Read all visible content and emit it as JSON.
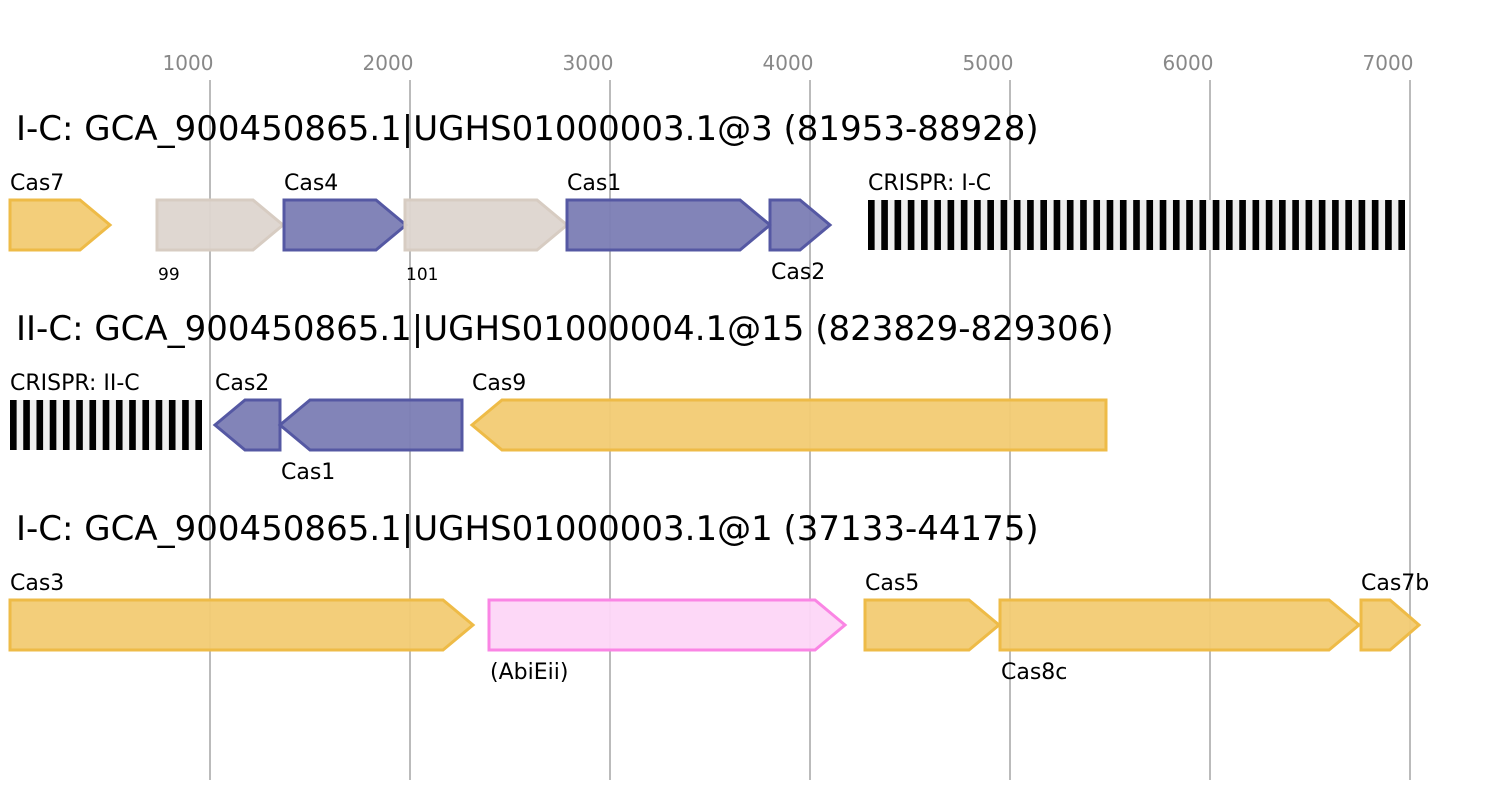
{
  "axis": {
    "ticks": [
      1000,
      2000,
      3000,
      4000,
      5000,
      6000,
      7000
    ],
    "range_bp": [
      0,
      7300
    ]
  },
  "colors": {
    "orange_fill": "#f2cb73",
    "orange_stroke": "#eebb47",
    "blue_fill": "#7b7db4",
    "blue_stroke": "#5558a3",
    "gray_fill": "#ddd5cf",
    "gray_stroke": "#d7ccc2",
    "pink_fill": "#fdd6f7",
    "pink_stroke": "#fa85e4",
    "grid": "#bbbbbb",
    "crispr_bar": "#000000",
    "crispr_bg": "#efefef"
  },
  "loci": [
    {
      "title": "I-C: GCA_900450865.1|UGHS01000003.1@3 (81953-88928)",
      "genes": [
        {
          "label": "Cas7",
          "start": 0,
          "end": 500,
          "strand": "+",
          "color": "orange",
          "label_pos": "top"
        },
        {
          "label": "99",
          "start": 735,
          "end": 1365,
          "strand": "+",
          "color": "gray",
          "label_pos": "bottom-small"
        },
        {
          "label": "Cas4",
          "start": 1370,
          "end": 1980,
          "strand": "+",
          "color": "blue",
          "label_pos": "top"
        },
        {
          "label": "101",
          "start": 1975,
          "end": 2785,
          "strand": "+",
          "color": "gray",
          "label_pos": "bottom-small"
        },
        {
          "label": "Cas1",
          "start": 2785,
          "end": 3800,
          "strand": "+",
          "color": "blue",
          "label_pos": "top"
        },
        {
          "label": "Cas2",
          "start": 3800,
          "end": 4100,
          "strand": "+",
          "color": "blue",
          "label_pos": "bottom"
        }
      ],
      "crispr": {
        "label": "CRISPR: I-C",
        "start": 4290,
        "end": 6975,
        "repeats": 41
      }
    },
    {
      "title": "II-C: GCA_900450865.1|UGHS01000004.1@15 (823829-829306)",
      "genes": [
        {
          "label": "Cas2",
          "start": 1025,
          "end": 1350,
          "strand": "-",
          "color": "blue",
          "label_pos": "top"
        },
        {
          "label": "Cas1",
          "start": 1350,
          "end": 2260,
          "strand": "-",
          "color": "blue",
          "label_pos": "bottom"
        },
        {
          "label": "Cas9",
          "start": 2310,
          "end": 5480,
          "strand": "-",
          "color": "orange",
          "label_pos": "top"
        }
      ],
      "crispr": {
        "label": "CRISPR: II-C",
        "start": 0,
        "end": 960,
        "repeats": 15
      }
    },
    {
      "title": "I-C: GCA_900450865.1|UGHS01000003.1@1 (37133-44175)",
      "genes": [
        {
          "label": "Cas3",
          "start": 0,
          "end": 2315,
          "strand": "+",
          "color": "orange",
          "label_pos": "top"
        },
        {
          "label": "(AbiEii)",
          "start": 2395,
          "end": 4175,
          "strand": "+",
          "color": "pink",
          "label_pos": "bottom"
        },
        {
          "label": "Cas5",
          "start": 4275,
          "end": 4945,
          "strand": "+",
          "color": "orange",
          "label_pos": "top"
        },
        {
          "label": "Cas8c",
          "start": 4950,
          "end": 6745,
          "strand": "+",
          "color": "orange",
          "label_pos": "bottom"
        },
        {
          "label": "Cas7b",
          "start": 6755,
          "end": 7045,
          "strand": "+",
          "color": "orange",
          "label_pos": "top"
        }
      ]
    }
  ]
}
